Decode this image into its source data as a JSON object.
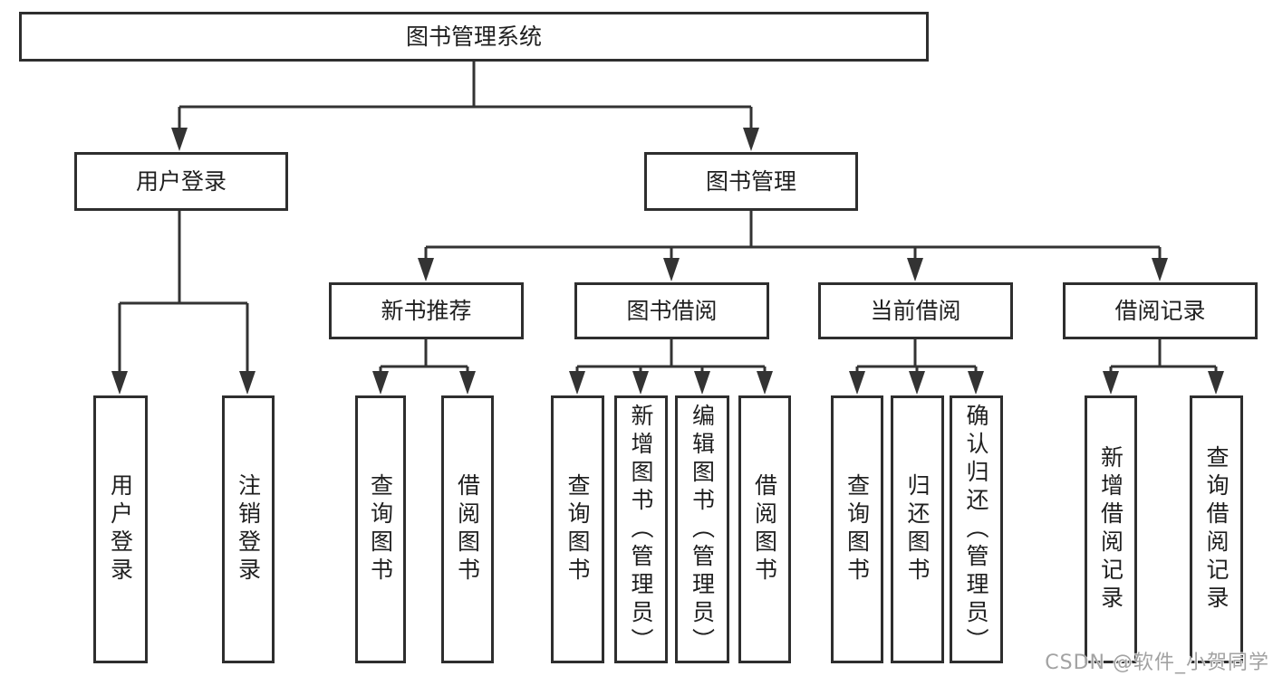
{
  "tree": {
    "root": "图书管理系统",
    "children": [
      {
        "label": "用户登录",
        "children": [
          "用户登录",
          "注销登录"
        ]
      },
      {
        "label": "图书管理",
        "children": [
          {
            "label": "新书推荐",
            "children": [
              "查询图书",
              "借阅图书"
            ]
          },
          {
            "label": "图书借阅",
            "children": [
              "查询图书",
              "新增图书（管理员）",
              "编辑图书（管理员）",
              "借阅图书"
            ]
          },
          {
            "label": "当前借阅",
            "children": [
              "查询图书",
              "归还图书",
              "确认归还（管理员）"
            ]
          },
          {
            "label": "借阅记录",
            "children": [
              "新增借阅记录",
              "查询借阅记录"
            ]
          }
        ]
      }
    ]
  },
  "watermark": "CSDN @软件_小贺同学",
  "colors": {
    "background": "#ffffff",
    "line": "#333333",
    "box_border": "#2e2e2e",
    "text": "#1f1f1f",
    "watermark": "#a2a2a2"
  }
}
